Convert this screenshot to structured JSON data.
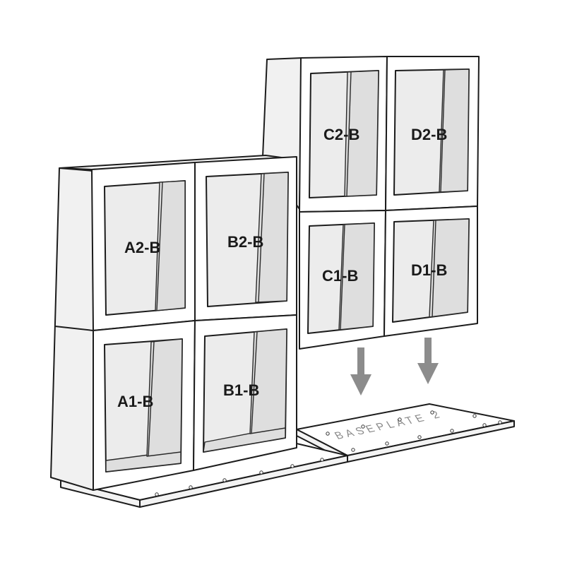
{
  "modules": {
    "a2": "A2-B",
    "b2": "B2-B",
    "a1": "A1-B",
    "b1": "B1-B",
    "c2": "C2-B",
    "d2": "D2-B",
    "c1": "C1-B",
    "d1": "D1-B"
  },
  "baseplate": {
    "label": "BASEPLATE 2"
  },
  "colors": {
    "arrow": "#8c8c8c",
    "glass": "#ececec",
    "outline": "#1c1c1c"
  }
}
